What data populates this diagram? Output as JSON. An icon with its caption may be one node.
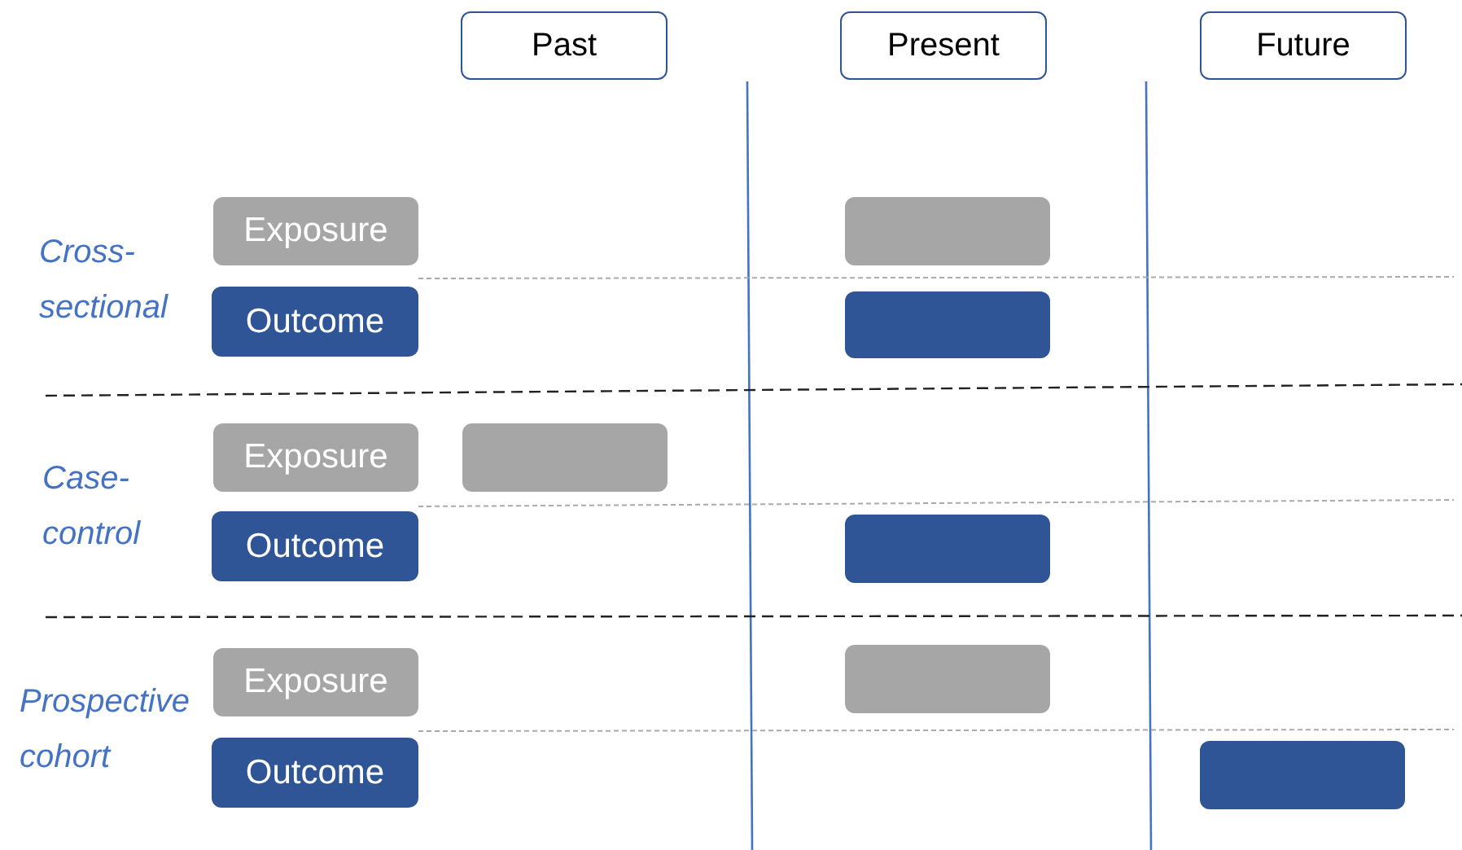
{
  "diagram": {
    "nodes": [
      {
        "text": [
          "Past"
        ]
      },
      {
        "text": [
          "Present"
        ]
      },
      {
        "text": [
          "Future"
        ]
      },
      {
        "text": [
          "Exposure"
        ]
      },
      {
        "text": [],
        "shape": "box"
      },
      {
        "text": [
          "Outcome"
        ]
      },
      {
        "text": [],
        "shape": "box"
      },
      {
        "text": [
          "Exposure"
        ]
      },
      {
        "text": [],
        "shape": "box"
      },
      {
        "text": [
          "Outcome"
        ]
      },
      {
        "text": [],
        "shape": "box"
      },
      {
        "text": [
          "Exposure"
        ]
      },
      {
        "text": [],
        "shape": "box"
      },
      {
        "text": [
          "Outcome"
        ]
      },
      {
        "text": [],
        "shape": "box"
      }
    ],
    "labels": [
      "Cross-sectional",
      "Case-control",
      "Prospective cohort"
    ]
  }
}
